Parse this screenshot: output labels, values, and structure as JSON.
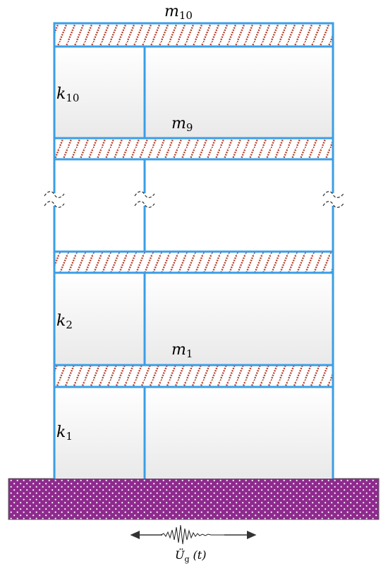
{
  "labels": {
    "m10": {
      "base": "m",
      "sub": "10"
    },
    "m9": {
      "base": "m",
      "sub": "9"
    },
    "m1": {
      "base": "m",
      "sub": "1"
    },
    "k10": {
      "base": "k",
      "sub": "10"
    },
    "k2": {
      "base": "k",
      "sub": "2"
    },
    "k1": {
      "base": "k",
      "sub": "1"
    },
    "ground_accel": {
      "base": "Ü",
      "sub": "g",
      "arg": "(t)"
    }
  },
  "colors": {
    "frame": "#3a9ee6",
    "hatch": "#c0392b",
    "hatch_dots": "#2e7d32",
    "ground": "#8e2a8e",
    "panel": "#f1f1f1",
    "arrow": "#333333"
  }
}
